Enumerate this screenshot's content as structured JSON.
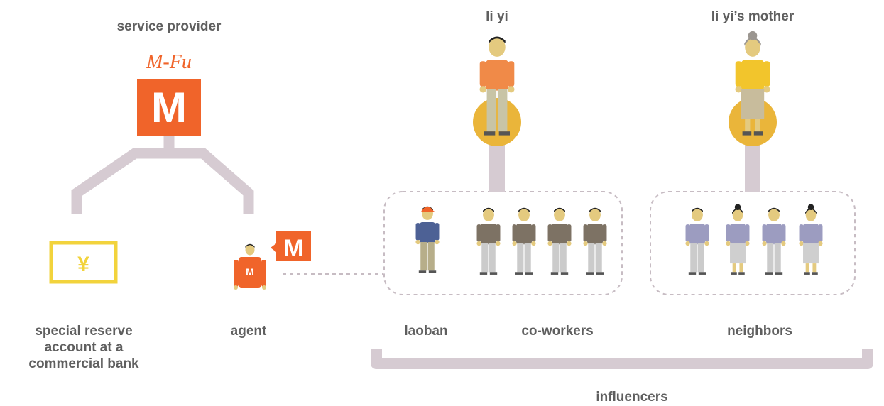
{
  "labels": {
    "service_provider": "service provider",
    "brand": "M-Fu",
    "brand_mark": "M",
    "agent_badge": "M",
    "agent_shirt": "M",
    "reserve_symbol": "¥",
    "reserve_line1": "special reserve",
    "reserve_line2": "account at a",
    "reserve_line3": "commercial bank",
    "agent": "agent",
    "li_yi": "li yi",
    "li_yi_mother": "li yi’s mother",
    "laoban": "laoban",
    "coworkers": "co-workers",
    "neighbors": "neighbors",
    "influencers": "influencers"
  },
  "colors": {
    "brand_orange": "#f0642a",
    "connector": "#d6cbd2",
    "gold": "#eab53a",
    "yellow_frame": "#f2d33c",
    "text": "#5f5f5f",
    "coworker_shirt": "#7d7264",
    "neighbor_shirt": "#9c9cc0",
    "laoban_shirt": "#4d6195",
    "mother_shirt": "#f2c52c"
  }
}
